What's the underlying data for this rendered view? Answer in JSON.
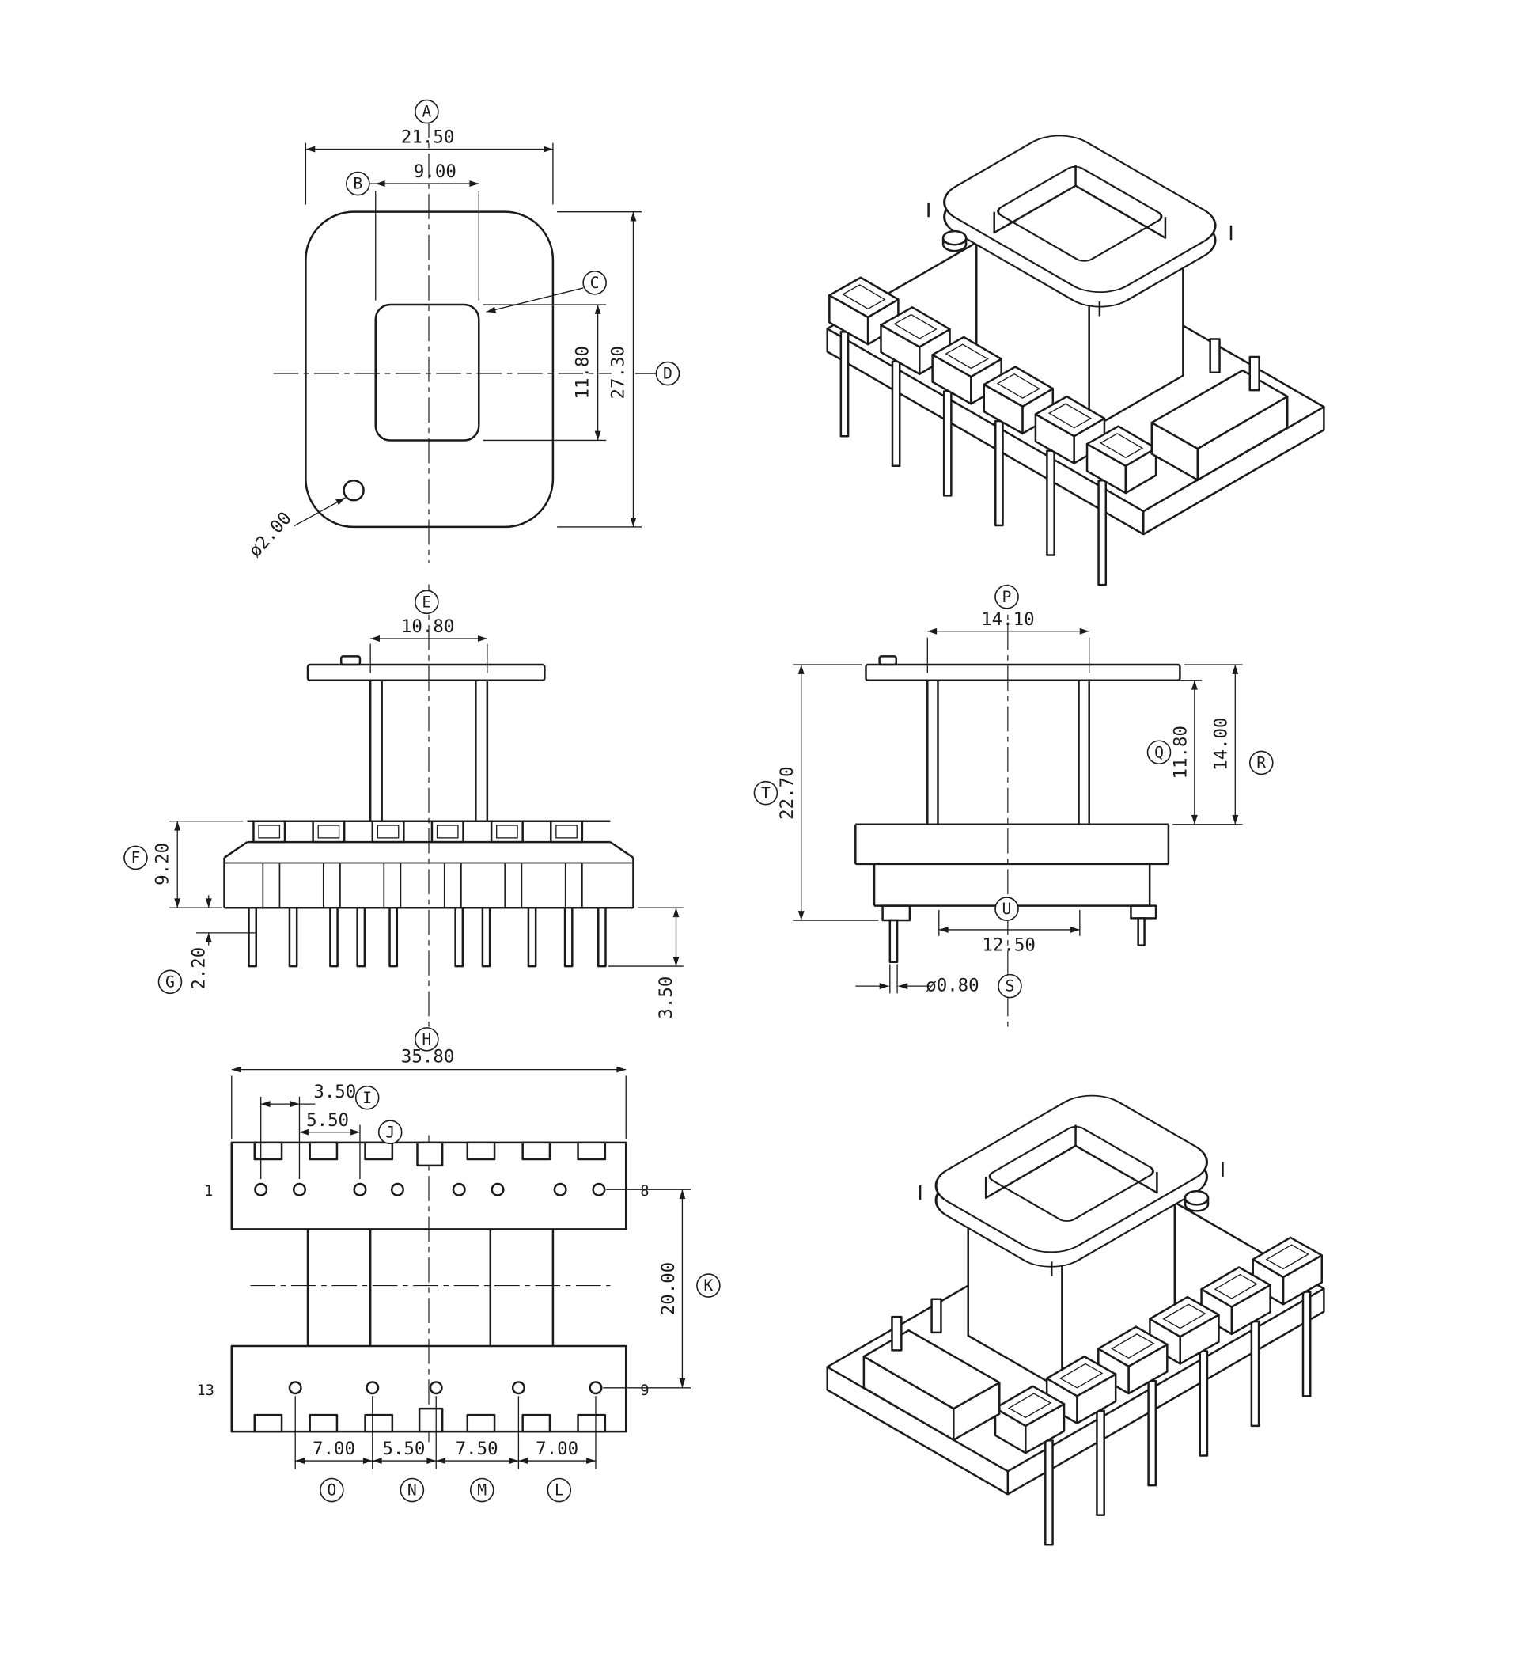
{
  "meta": {
    "drawing_type": "bobbin engineering drawing",
    "background": "#ffffff",
    "line_color": "#1b1b1b"
  },
  "top_view": {
    "label_a": "A",
    "dim_overall_width": "21.50",
    "label_b": "B",
    "dim_window_width": "9.00",
    "label_c": "C",
    "dim_window_height": "11.80",
    "label_d": "D",
    "dim_overall_height": "27.30",
    "dim_hole_dia": "ø2.00"
  },
  "front_view": {
    "label_e": "E",
    "dim_column_width": "10.80",
    "label_f": "F",
    "dim_base_height": "9.20",
    "label_g": "G",
    "dim_foot_height": "2.20",
    "dim_pin_protrusion": "3.50"
  },
  "side_view": {
    "label_p": "P",
    "dim_flange_width": "14.10",
    "label_t": "T",
    "dim_overall_height": "22.70",
    "label_q": "Q",
    "dim_window_height": "11.80",
    "label_r": "R",
    "dim_core_height": "14.00",
    "label_u": "U",
    "dim_base_width": "12.50",
    "label_s": "S",
    "dim_pin_dia": "ø0.80"
  },
  "bottom_view": {
    "label_h": "H",
    "dim_overall_length": "35.80",
    "label_i": "I",
    "dim_pitch_a": "3.50",
    "label_j": "J",
    "dim_pitch_b": "5.50",
    "label_k": "K",
    "dim_row_spacing": "20.00",
    "label_o": "O",
    "dim_o": "7.00",
    "label_n": "N",
    "dim_n": "5.50",
    "label_m": "M",
    "dim_m": "7.50",
    "label_l": "L",
    "dim_l": "7.00",
    "pins": {
      "top_left": "1",
      "top_right": "8",
      "bottom_left": "13",
      "bottom_right": "9"
    }
  }
}
